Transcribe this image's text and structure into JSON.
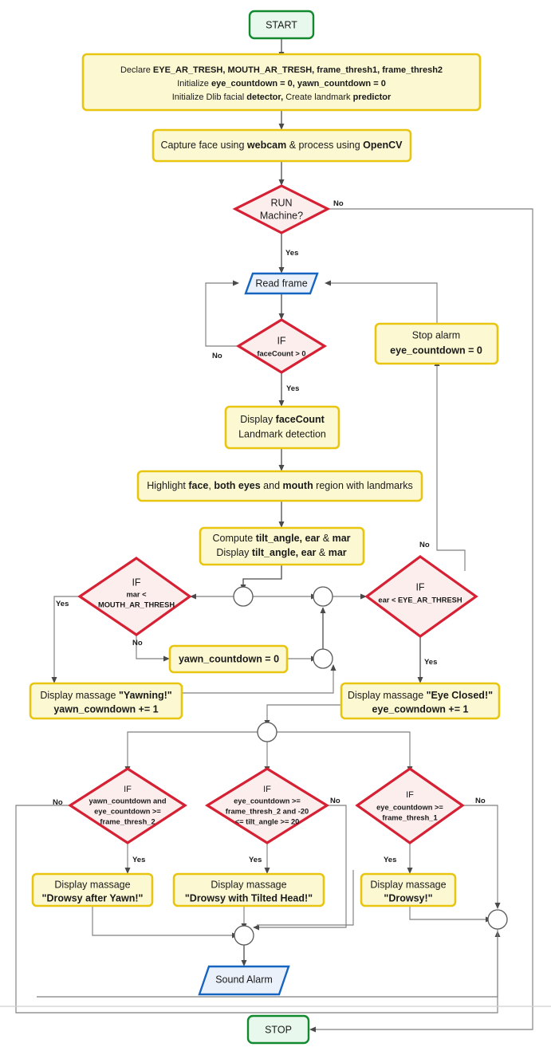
{
  "diagram": {
    "title": "Drowsiness Detection System Flowchart",
    "colors": {
      "terminal_fill": "#e8f8ec",
      "terminal_stroke": "#12892f",
      "process_fill": "#fbf8d2",
      "process_stroke": "#e8c511",
      "decision_fill": "#fdeeee",
      "decision_stroke": "#d62033",
      "io_fill": "#eaf1fa",
      "io_stroke": "#1565c0",
      "edge": "#7f7f7f",
      "background": "#ffffff"
    }
  },
  "nodes": {
    "start": {
      "label": "START",
      "type": "terminal"
    },
    "declare": {
      "type": "process",
      "line1_a": "Declare ",
      "line1_b": "EYE_AR_TRESH,  MOUTH_AR_TRESH, frame_thresh1, frame_thresh2",
      "line2_a": "Initialize ",
      "line2_b": "eye_countdown = 0, yawn_countdown = 0",
      "line3_a": "Initialize Dlib facial ",
      "line3_b": "detector,",
      "line3_c": " Create landmark ",
      "line3_d": "predictor"
    },
    "capture": {
      "type": "process",
      "a": "Capture face using ",
      "b": "webcam",
      "c": " & process using ",
      "d": "OpenCV"
    },
    "run_machine": {
      "type": "decision",
      "line1": "RUN",
      "line2": "Machine?"
    },
    "read_frame": {
      "type": "io",
      "label": "Read frame"
    },
    "if_facecount": {
      "type": "decision",
      "line1": "IF",
      "line2": "faceCount > 0"
    },
    "stop_alarm": {
      "type": "process",
      "line1": "Stop alarm",
      "line2": "eye_countdown = 0"
    },
    "display_facecount": {
      "type": "process",
      "line1_a": "Display ",
      "line1_b": "faceCount",
      "line2": "Landmark detection"
    },
    "highlight": {
      "type": "process",
      "a": "Highlight ",
      "b": "face",
      "c": ", ",
      "d": "both eyes",
      "e": " and ",
      "f": "mouth",
      "g": " region with landmarks"
    },
    "compute": {
      "type": "process",
      "line1_a": "Compute ",
      "line1_b": "tilt_angle, ear",
      "line1_c": " & ",
      "line1_d": "mar",
      "line2_a": "Display ",
      "line2_b": "tilt_angle, ear",
      "line2_c": " & ",
      "line2_d": "mar"
    },
    "if_mar": {
      "type": "decision",
      "line1": "IF",
      "line2": "mar <",
      "line3": "MOUTH_AR_THRESH"
    },
    "if_ear": {
      "type": "decision",
      "line1": "IF",
      "line2": "ear < EYE_AR_THRESH"
    },
    "yawn_reset": {
      "type": "process",
      "label": "yawn_countdown = 0"
    },
    "msg_yawning": {
      "type": "process",
      "line1_a": "Display massage ",
      "line1_b": "\"Yawning!\"",
      "line2": "yawn_cowndown += 1"
    },
    "msg_eye_closed": {
      "type": "process",
      "line1_a": "Display massage ",
      "line1_b": "\"Eye Closed!\"",
      "line2": "eye_cowndown += 1"
    },
    "if_yawn_drowsy": {
      "type": "decision",
      "line1": "IF",
      "line2": "yawn_countdown and",
      "line3": "eye_countdown >=",
      "line4": "frame_thresh_2"
    },
    "if_tilt_drowsy": {
      "type": "decision",
      "line1": "IF",
      "line2": "eye_countdown >=",
      "line3": "frame_thresh_2 and -20",
      "line4": "<= tilt_angle >= 20"
    },
    "if_eye_drowsy": {
      "type": "decision",
      "line1": "IF",
      "line2": "eye_countdown >=",
      "line3": "frame_thresh_1"
    },
    "msg_drowsy_yawn": {
      "type": "process",
      "line1": "Display massage",
      "line2": "\"Drowsy after Yawn!\""
    },
    "msg_drowsy_tilt": {
      "type": "process",
      "line1": "Display massage",
      "line2": "\"Drowsy with Tilted Head!\""
    },
    "msg_drowsy": {
      "type": "process",
      "line1": "Display massage",
      "line2": "\"Drowsy!\""
    },
    "sound_alarm": {
      "type": "io",
      "label": "Sound Alarm"
    },
    "stop": {
      "label": "STOP",
      "type": "terminal"
    }
  },
  "edge_labels": {
    "run_no": "No",
    "run_yes": "Yes",
    "face_no": "No",
    "face_yes": "Yes",
    "mar_yes": "Yes",
    "mar_no": "No",
    "ear_no": "No",
    "ear_yes": "Yes",
    "yawn_drowsy_no": "No",
    "yawn_drowsy_yes": "Yes",
    "tilt_drowsy_no": "No",
    "tilt_drowsy_yes": "Yes",
    "eye_drowsy_no": "No",
    "eye_drowsy_yes": "Yes"
  }
}
